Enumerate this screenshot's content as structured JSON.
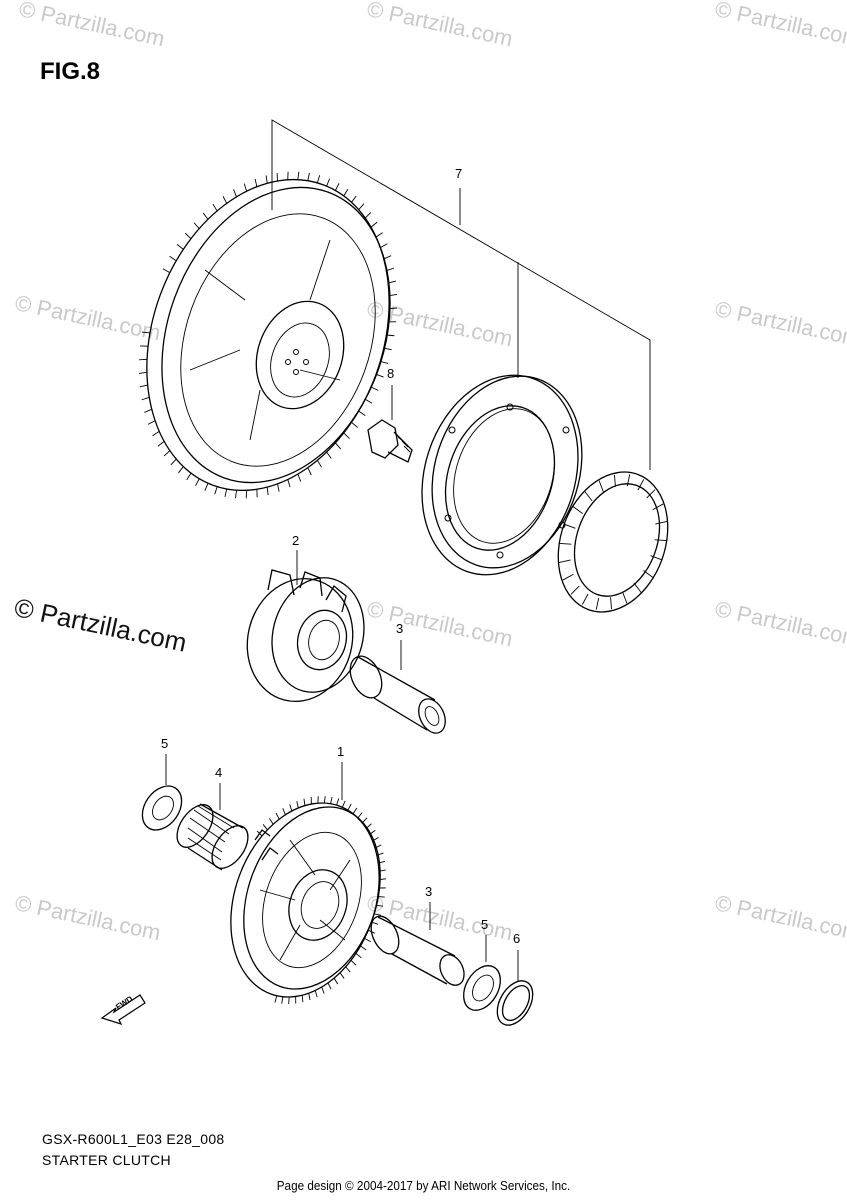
{
  "figure": {
    "title": "FIG.8"
  },
  "watermark": {
    "text": "© Partzilla.com"
  },
  "callouts": {
    "c7": "7",
    "c8": "8",
    "c2": "2",
    "c3a": "3",
    "c5a": "5",
    "c4": "4",
    "c1": "1",
    "c3b": "3",
    "c5b": "5",
    "c6": "6"
  },
  "fwd_label": "FWD",
  "diagram_code": "GSX-R600L1_E03 E28_008",
  "caption": "STARTER CLUTCH",
  "footer": "Page design © 2004-2017 by ARI Network Services, Inc."
}
